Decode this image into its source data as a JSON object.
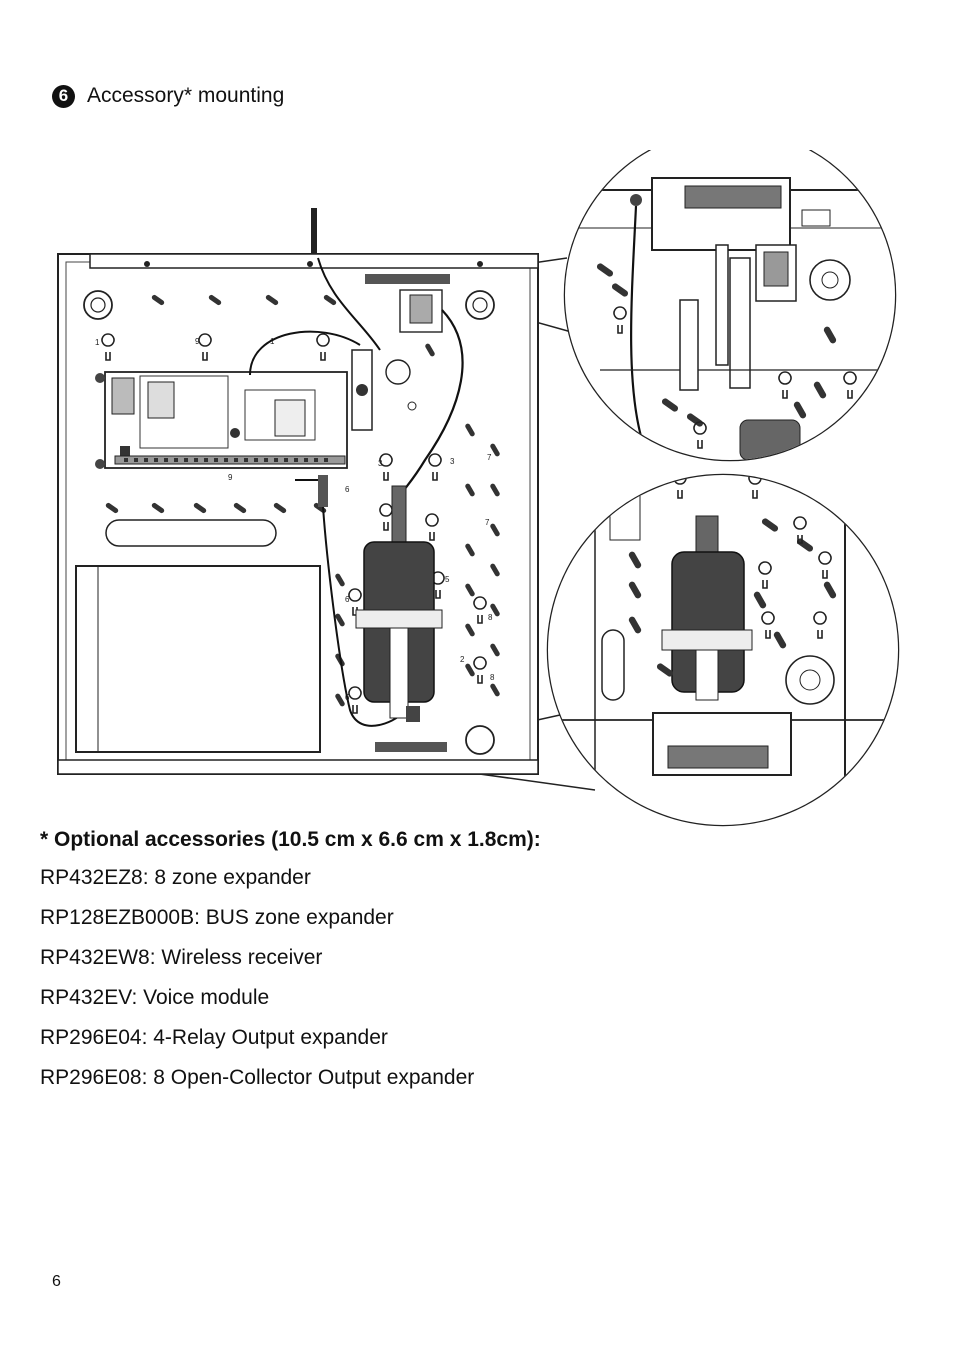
{
  "section": {
    "step": "6",
    "title": "Accessory* mounting"
  },
  "figure": {
    "numbers": [
      "1",
      "2",
      "3",
      "4",
      "5",
      "6",
      "7",
      "8",
      "9"
    ]
  },
  "accessories": {
    "title": "* Optional accessories (10.5 cm x 6.6 cm x 1.8cm):",
    "items": [
      "RP432EZ8: 8 zone expander",
      "RP128EZB000B: BUS zone expander",
      "RP432EW8: Wireless receiver",
      "RP432EV: Voice module",
      "RP296E04:  4-Relay Output expander",
      "RP296E08: 8 Open-Collector Output expander"
    ]
  },
  "footer": {
    "page_number": "6"
  }
}
